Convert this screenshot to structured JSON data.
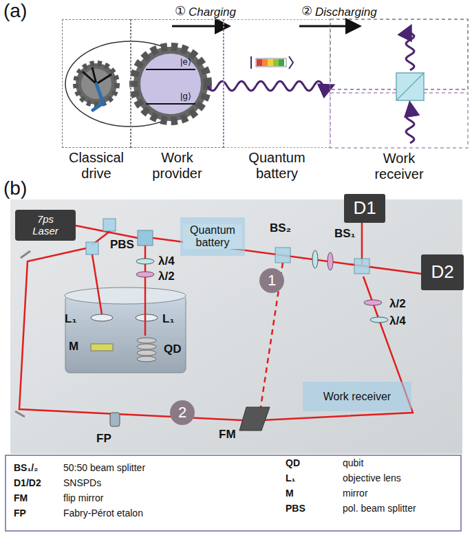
{
  "diagram": {
    "nodes": [
      {
        "text": [
          "Classical drive"
        ]
      },
      {
        "text": [
          "Work provider"
        ]
      },
      {
        "text": [
          "Quantum battery"
        ]
      },
      {
        "text": [
          "Work receiver"
        ]
      },
      {
        "text": [
          "7ps Laser"
        ]
      },
      {
        "text": [
          "Quantum battery"
        ]
      },
      {
        "text": [
          "D1"
        ]
      },
      {
        "text": [
          "D2"
        ]
      },
      {
        "text": [
          "Work receiver"
        ]
      },
      {
        "text": [
          "1"
        ]
      },
      {
        "text": [
          "2"
        ]
      }
    ],
    "labels": [
      "(a)",
      "①",
      "Charging",
      "②",
      "Discharging",
      "|e⟩",
      "|g⟩",
      "(b)",
      "PBS",
      "λ/4",
      "λ/2",
      "L₁",
      "M",
      "L₁",
      "QD",
      "FP",
      "FM",
      "BS₂",
      "BS₁",
      "λ/2",
      "λ/4",
      "BS₁/₂",
      "50:50 beam splitter",
      "D1/D2",
      "SNSPDs",
      "FM",
      "flip mirror",
      "FP",
      "Fabry-Pérot etalon",
      "QD",
      "qubit",
      "L₁",
      "objective lens",
      "M",
      "mirror",
      "PBS",
      "pol. beam splitter"
    ]
  }
}
